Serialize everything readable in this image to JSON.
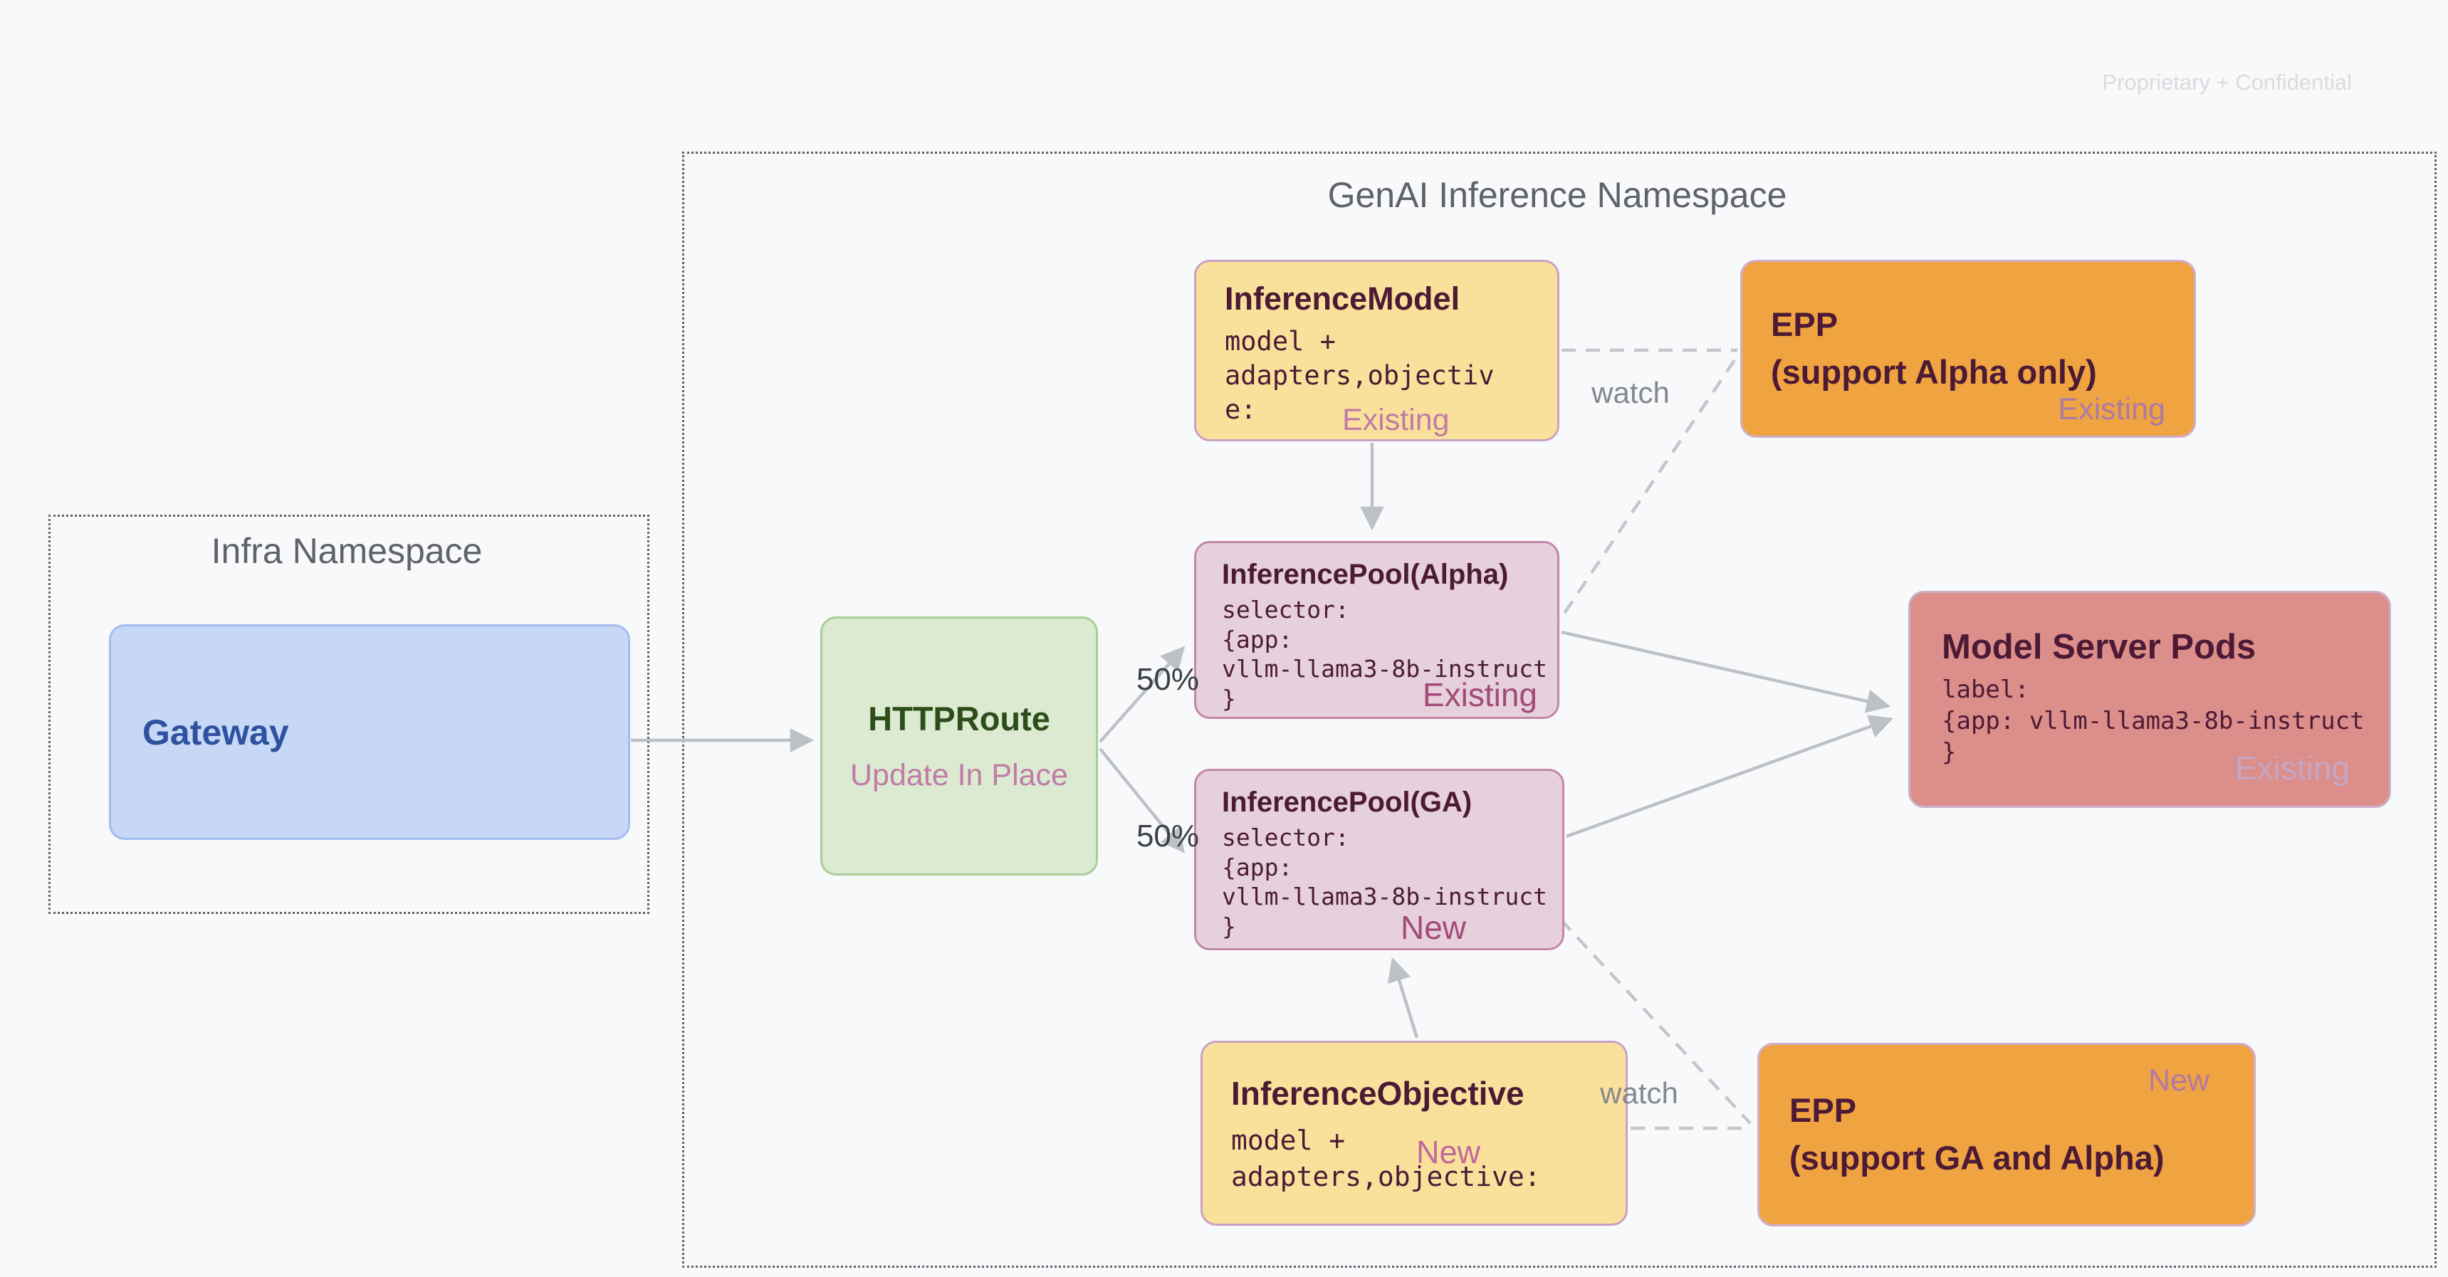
{
  "page": {
    "confidential": "Proprietary + Confidential"
  },
  "namespaces": {
    "infra": {
      "title": "Infra Namespace"
    },
    "genai": {
      "title": "GenAI Inference Namespace"
    }
  },
  "nodes": {
    "gateway": {
      "title": "Gateway"
    },
    "httproute": {
      "title": "HTTPRoute",
      "subtitle": "Update In Place"
    },
    "inference_model": {
      "title": "InferenceModel",
      "lines": [
        "model +",
        "adapters,objectiv",
        "e:"
      ],
      "status": "Existing"
    },
    "epp_alpha": {
      "title": "EPP",
      "subtitle": "(support Alpha only)",
      "status": "Existing"
    },
    "pool_alpha": {
      "title": "InferencePool(Alpha)",
      "lines": [
        "selector:",
        "{app:",
        "vllm-llama3-8b-instruct",
        "}"
      ],
      "status": "Existing"
    },
    "pool_ga": {
      "title": "InferencePool(GA)",
      "lines": [
        "selector:",
        "{app:",
        "vllm-llama3-8b-instruct",
        "}"
      ],
      "status": "New"
    },
    "model_server_pods": {
      "title": "Model Server Pods",
      "lines": [
        "label:",
        "{app: vllm-llama3-8b-instruct",
        "}"
      ],
      "status": "Existing"
    },
    "inference_objective": {
      "title": "InferenceObjective",
      "lines": [
        "model +",
        "adapters,objective:"
      ],
      "status": "New"
    },
    "epp_ga": {
      "title": "EPP",
      "subtitle": "(support GA and Alpha)",
      "status": "New"
    }
  },
  "edges": {
    "split_top_label": "50%",
    "split_bottom_label": "50%",
    "watch_top_label": "watch",
    "watch_bottom_label": "watch"
  },
  "palette": {
    "background": "#F8F9FA",
    "yellow_fill": "#FAE19B",
    "yellow_border": "#C8A2C4",
    "orange_fill": "#F0A341",
    "orange_border": "#CFAECB",
    "pink_fill": "#E5D0DB",
    "pink_border": "#C387A8",
    "salmon_fill": "#DC8E8B",
    "salmon_border": "#C9AFC7",
    "green_fill": "#DBEAD1",
    "green_border": "#A9CD98",
    "blue_fill": "#C6D8F6",
    "blue_border": "#A3BCEF",
    "title_maroon": "#4C1A35",
    "title_green": "#2D4E1A",
    "title_blue": "#2E52A0",
    "status_pink": "#C07BA6",
    "status_magenta": "#A34A78",
    "status_muted_purple": "#AB7BA3",
    "status_light_mauve": "#C5A6C5",
    "line_gray": "#BDC1C6",
    "watch_label_gray": "#84888F",
    "percent_label_gray": "#3C4043",
    "namespace_gray": "#5F6368",
    "confidential_gray": "#D9DBDE"
  }
}
